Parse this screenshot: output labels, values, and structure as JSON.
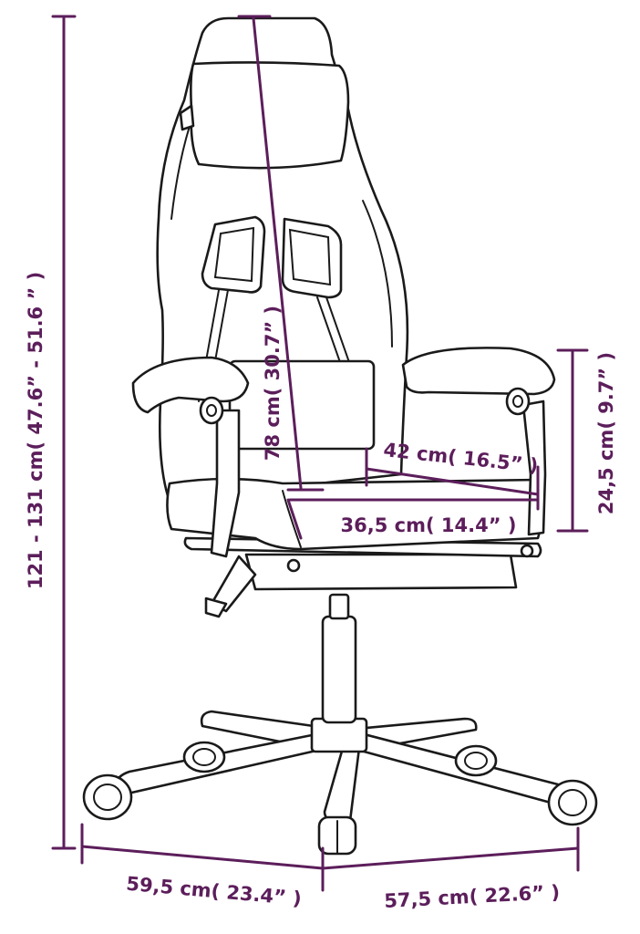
{
  "colors": {
    "dimension": "#5c1e5b",
    "outline": "#1a1a1a",
    "background": "#ffffff"
  },
  "dimensions": {
    "total_height": "121 - 131 cm( 47.6”  - 51.6 ” )",
    "backrest_height": "78 cm( 30.7” )",
    "seat_depth": "42 cm( 16.5” )",
    "seat_width": "36,5 cm( 14.4”  )",
    "armrest_height": "24,5 cm( 9.7” )",
    "base_depth": "59,5 cm( 23.4”  )",
    "base_width": "57,5 cm( 22.6”  )"
  }
}
